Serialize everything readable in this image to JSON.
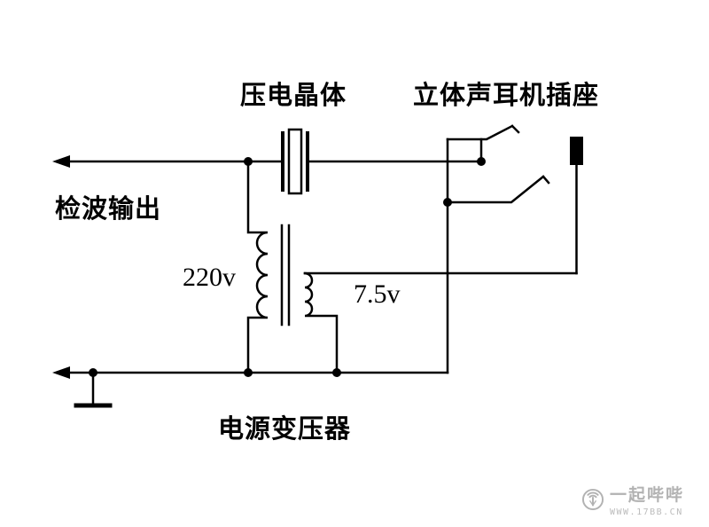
{
  "page": {
    "background": "#ffffff",
    "line_color": "#000000"
  },
  "labels": {
    "piezo_crystal": "压电晶体",
    "stereo_jack": "立体声耳机插座",
    "detector_output": "检波输出",
    "primary_voltage": "220v",
    "secondary_voltage": "7.5v",
    "power_transformer": "电源变压器"
  },
  "watermark": {
    "site_name": "一起哔哔",
    "site_url": "WWW.17BB.CN",
    "color": "#b2b2b2"
  },
  "diagram": {
    "type": "circuit-schematic",
    "components": [
      "piezoelectric-crystal",
      "stereo-headphone-jack",
      "power-transformer-220v-to-7.5v",
      "ground",
      "detector-output-lines"
    ]
  }
}
